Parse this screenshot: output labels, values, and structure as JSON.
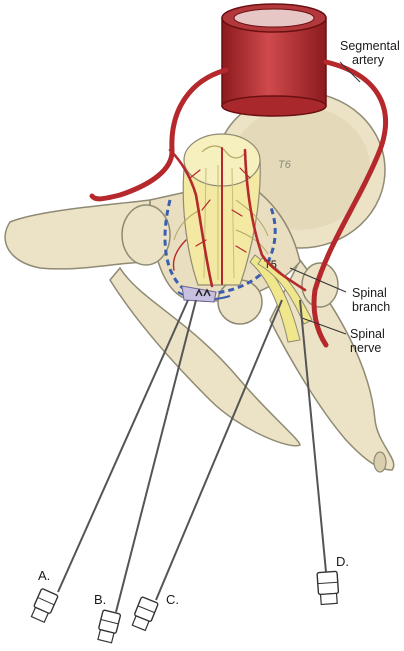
{
  "labels": {
    "segmental_artery": [
      "Segmental",
      "artery"
    ],
    "spinal_branch": [
      "Spinal",
      "branch"
    ],
    "spinal_nerve": [
      "Spinal",
      "nerve"
    ],
    "vertebra_t6": "T6",
    "vertebra_t5": "T5"
  },
  "needles": [
    {
      "id": "a",
      "label": "A."
    },
    {
      "id": "b",
      "label": "B."
    },
    {
      "id": "c",
      "label": "C."
    },
    {
      "id": "d",
      "label": "D."
    }
  ],
  "colors": {
    "bone": "#ece3c6",
    "bone_outline": "#8f8a74",
    "artery": "#b5282c",
    "artery_dark": "#7a1418",
    "cord": "#f3e9a2",
    "nerve": "#f0e68c",
    "dura": "#3a5fb0",
    "needle": "#555555"
  }
}
